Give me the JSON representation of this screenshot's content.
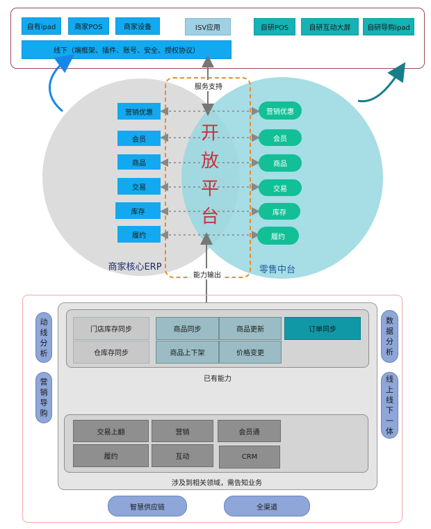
{
  "top": {
    "third_party": [
      "自有ipad",
      "商家POS",
      "商家设备"
    ],
    "isv": "ISV应用",
    "offline": "线下（端框架、插件、账号、安全、授权协议）",
    "self_dev": [
      "自研POS",
      "自研互动大屏",
      "自研导购ipad"
    ]
  },
  "middle": {
    "service_support": "服务支持",
    "open_platform": [
      "开",
      "放",
      "平",
      "台"
    ],
    "capability_output": "能力输出",
    "erp_label": "商家核心ERP",
    "retail_label": "零售中台",
    "erp_items": [
      "营销优惠",
      "会员",
      "商品",
      "交易",
      "库存",
      "履约"
    ],
    "retail_items": [
      "营销优惠",
      "会员",
      "商品",
      "交易",
      "库存",
      "履约"
    ]
  },
  "bottom": {
    "left_side": [
      [
        "动",
        "线",
        "分",
        "析"
      ],
      [
        "营",
        "销",
        "导",
        "购"
      ]
    ],
    "right_side": [
      [
        "数",
        "据",
        "分",
        "析"
      ],
      [
        "线",
        "上",
        "线",
        "下",
        "一",
        "体"
      ]
    ],
    "existing": {
      "col1": [
        "门店库存同步",
        "仓库存同步"
      ],
      "col2": [
        "商品同步",
        "商品上下架"
      ],
      "col3": [
        "商品更新",
        "价格变更"
      ],
      "col4": [
        "订单同步"
      ],
      "caption": "已有能力"
    },
    "related": {
      "cells": [
        "交易上翻",
        "营销",
        "会员通",
        "履约",
        "互动",
        "CRM"
      ],
      "caption": "涉及到相关领域，需告知业务"
    },
    "footer": [
      "智慧供应链",
      "全渠道"
    ]
  },
  "colors": {
    "offline_blue": "#12a9f0",
    "self_dev_teal": "#16b2b5",
    "retail_green": "#12bf96",
    "open_platform_border": "#f08a24",
    "open_platform_text": "#c8323c",
    "top_curve": "#1488e8",
    "right_curve": "#157f8a",
    "pill": "#8ea6d8"
  }
}
